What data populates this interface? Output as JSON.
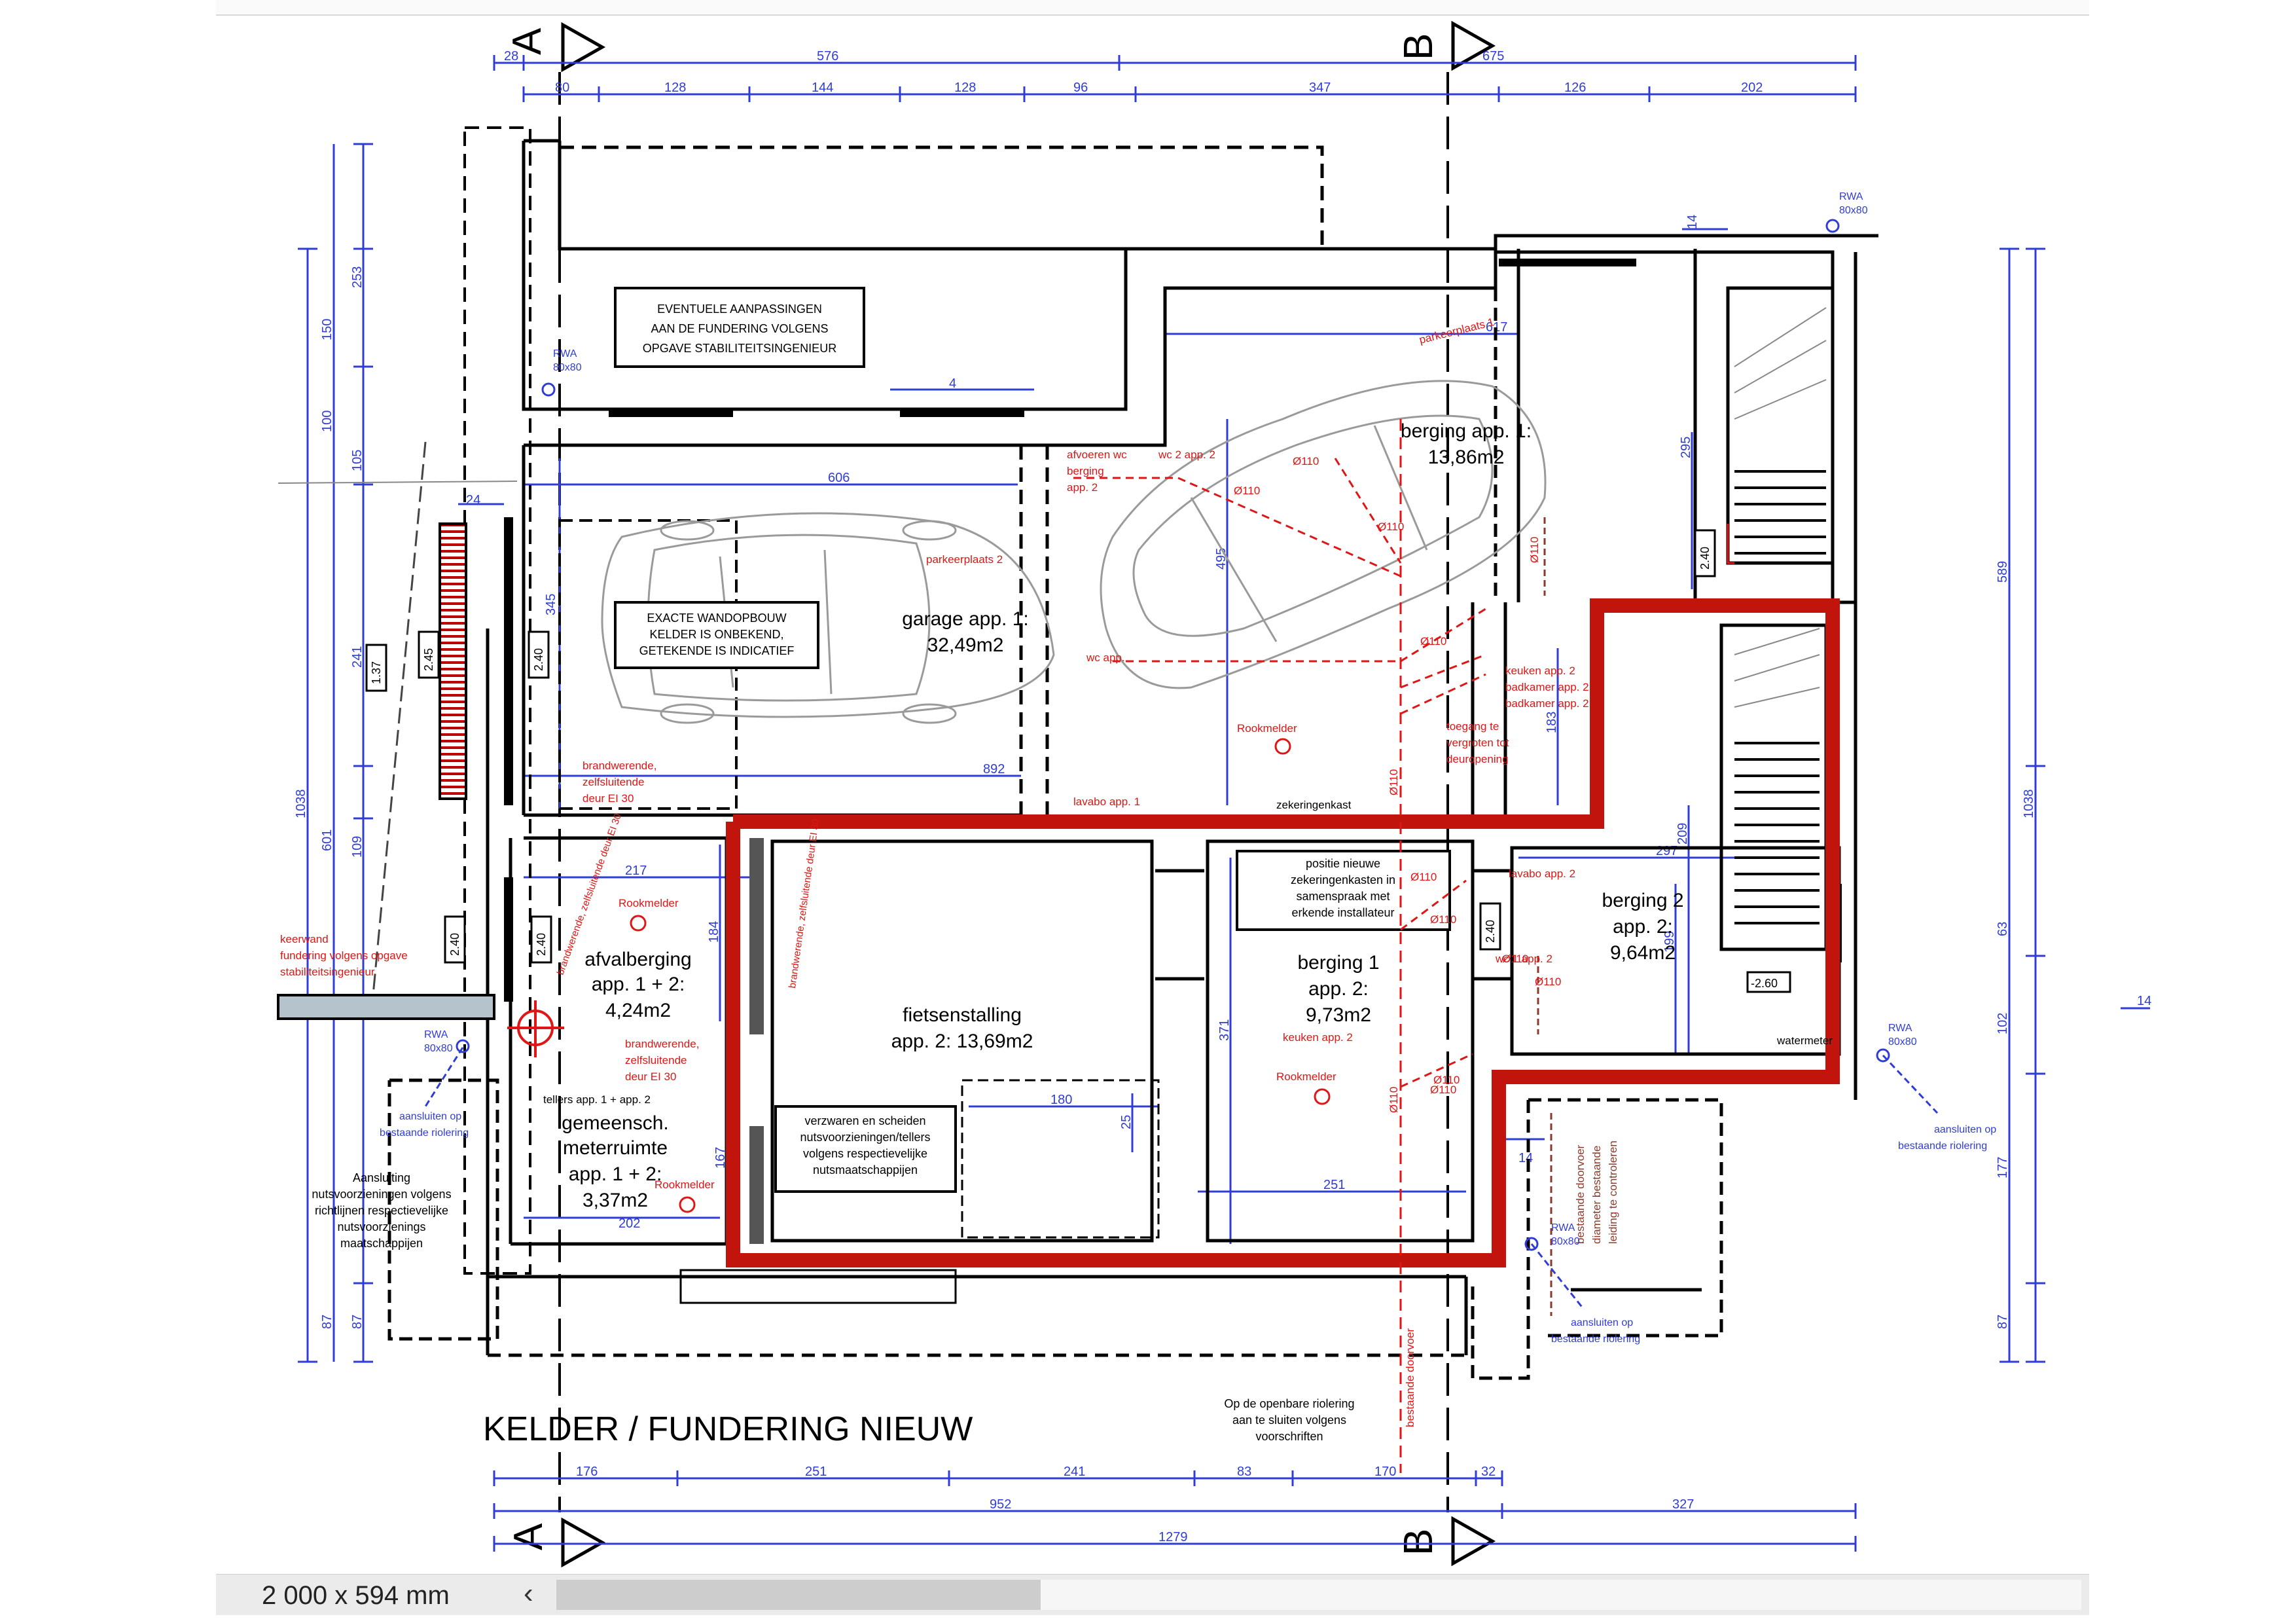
{
  "section_markers": {
    "a": "A",
    "b": "B"
  },
  "top_dims": {
    "d28": "28",
    "d576": "576",
    "d675": "675",
    "d80": "80",
    "d128a": "128",
    "d144": "144",
    "d128b": "128",
    "d96": "96",
    "d347": "347",
    "d126": "126",
    "d202": "202"
  },
  "bottom_dims": {
    "d176": "176",
    "d251": "251",
    "d241": "241",
    "d83": "83",
    "d170": "170",
    "d32": "32",
    "d952": "952",
    "d327": "327",
    "d1279": "1279"
  },
  "left_dims": {
    "d253": "253",
    "d150": "150",
    "d100": "100",
    "d105": "105",
    "d241": "241",
    "d1038": "1038",
    "d601": "601",
    "d87a": "87",
    "d109": "109",
    "d87b": "87",
    "d1_37": "1.37",
    "d2_45": "2.45",
    "d2_40a": "2.40",
    "d2_40b": "2.40",
    "d24": "24"
  },
  "right_dims": {
    "d14a": "14",
    "d589": "589",
    "d1038": "1038",
    "d63": "63",
    "d102": "102",
    "d177": "177",
    "d87": "87",
    "d14b": "14",
    "d14c": "14"
  },
  "inner_dims": {
    "d606": "606",
    "d617": "617",
    "d345": "345",
    "d495": "495",
    "d892": "892",
    "d295": "295",
    "d183": "183",
    "d217": "217",
    "d184": "184",
    "d297": "297",
    "d209": "209",
    "d199": "199",
    "d180": "180",
    "d25": "25",
    "d371": "371",
    "d251": "251",
    "d202": "202",
    "d167": "167",
    "d4": "4",
    "d2_40c": "2.40",
    "d2_40d": "2.40",
    "d2_40e": "2.40",
    "d2_60": "-2.60"
  },
  "notes": {
    "fundering_1": "EVENTUELE AANPASSINGEN",
    "fundering_2": "AAN DE FUNDERING VOLGENS",
    "fundering_3": "OPGAVE STABILITEITSINGENIEUR",
    "wand_1": "EXACTE WANDOPBOUW",
    "wand_2": "KELDER IS ONBEKEND,",
    "wand_3": "GETEKENDE IS INDICATIEF",
    "zeker_1": "positie nieuwe",
    "zeker_2": "zekeringenkasten in",
    "zeker_3": "samenspraak met",
    "zeker_4": "erkende installateur",
    "nuts_1": "verzwaren en scheiden",
    "nuts_2": "nutsvoorzieningen/tellers",
    "nuts_3": "volgens respectievelijke",
    "nuts_4": "nutsmaatschappijen",
    "aansl_1": "Aansluiting",
    "aansl_2": "nutsvoorzieningen volgens",
    "aansl_3": "richtlijnen respectievelijke",
    "aansl_4": "nutsvoorzienings",
    "aansl_5": "maatschappijen",
    "riol_1": "Op de openbare riolering",
    "riol_2": "aan te sluiten volgens",
    "riol_3": "voorschriften"
  },
  "rooms": {
    "garage_name": "garage app. 1:",
    "garage_area": "32,49m2",
    "berging1_name": "berging app. 1:",
    "berging1_area": "13,86m2",
    "afval_name": "afvalberging",
    "afval_app": "app. 1 + 2:",
    "afval_area": "4,24m2",
    "fiets_name": "fietsenstalling",
    "fiets_area": "app. 2: 13,69m2",
    "meter_name_1": "gemeensch.",
    "meter_name_2": "meterruimte",
    "meter_app": "app. 1 + 2:",
    "meter_area": "3,37m2",
    "berg1_name": "berging 1",
    "berg1_app": "app. 2:",
    "berg1_area": "9,73m2",
    "berg2_name": "berging 2",
    "berg2_app": "app. 2:",
    "berg2_area": "9,64m2"
  },
  "red_labels": {
    "parkeer1": "parkeerplaats 1",
    "parkeer2": "parkeerplaats 2",
    "afvoeren_1": "afvoeren wc",
    "afvoeren_2": "berging",
    "afvoeren_3": "app. 2",
    "wc_app2": "wc 2 app. 2",
    "wc_app": "wc app.",
    "lavabo1": "lavabo app. 1",
    "rook_a": "Rookmelder",
    "rook_b": "Rookmelder",
    "rook_c": "Rookmelder",
    "rook_d": "Rookmelder",
    "brand_1": "brandwerende,",
    "brand_2": "zelfsluitende",
    "brand_3": "deur EI 30",
    "brand_4": "brandwerende,",
    "brand_5": "zelfsluitende",
    "brand_6": "deur EI 30",
    "brand_v1": "brandwerende, zelfsluitende deur EI 30",
    "brand_v2": "brandwerende, zelfsluitende deur EI 30",
    "toegang_1": "toegang te",
    "toegang_2": "vergroten tot",
    "toegang_3": "deuropening",
    "keuken_1": "keuken app. 2",
    "badk_1": "badkamer app. 2",
    "badk_2": "badkamer app. 2",
    "lavabo2": "lavabo app. 2",
    "wc1_app2": "wc 1 app. 2",
    "keuken_app2": "keuken app. 2",
    "keer_1": "keerwand",
    "keer_2": "fundering volgens opgave",
    "keer_3": "stabiliteitsingenieur",
    "tellers": "tellers app. 1 + app. 2",
    "d110a": "Ø110",
    "d110b": "Ø110",
    "d110c": "Ø110",
    "d110d": "Ø110",
    "d110e": "Ø110",
    "d110f": "Ø110",
    "d110g": "Ø110",
    "d110h": "Ø110",
    "d110i": "Ø110",
    "d110j": "Ø110",
    "d110k": "Ø110",
    "d110l": "Ø110",
    "d110m": "Ø110",
    "bestaande": "bestaande doorvoer",
    "bestaande2": "bestaande doorvoer",
    "bestaande3": "diameter bestaande",
    "bestaande4": "leiding te controleren"
  },
  "black_labels": {
    "zekeringenkast": "zekeringenkast",
    "watermeter": "watermeter"
  },
  "blue_labels": {
    "rwa_a": "RWA",
    "rwa_a2": "80x80",
    "rwa_b": "RWA",
    "rwa_b2": "80x80",
    "rwa_c": "RWA",
    "rwa_c2": "80x80",
    "rwa_d": "RWA",
    "rwa_d2": "80x80",
    "rwa_e": "RWA",
    "rwa_e2": "80x80",
    "aans_a1": "aansluiten op",
    "aans_a2": "bestaande riolering",
    "aans_b1": "aansluiten op",
    "aans_b2": "bestaande riolering",
    "aans_c1": "aansluiten op",
    "aans_c2": "bestaande riolering"
  },
  "title": "KELDER / FUNDERING NIEUW",
  "status": {
    "paper": "2 000 x 594 mm",
    "scroll_left": "‹"
  },
  "colors": {
    "wall": "#000000",
    "dim": "#2f3dd6",
    "red": "#e01515",
    "highlight": "#c0140c",
    "car": "#9a9a9a",
    "brown": "#8b3a2a"
  }
}
